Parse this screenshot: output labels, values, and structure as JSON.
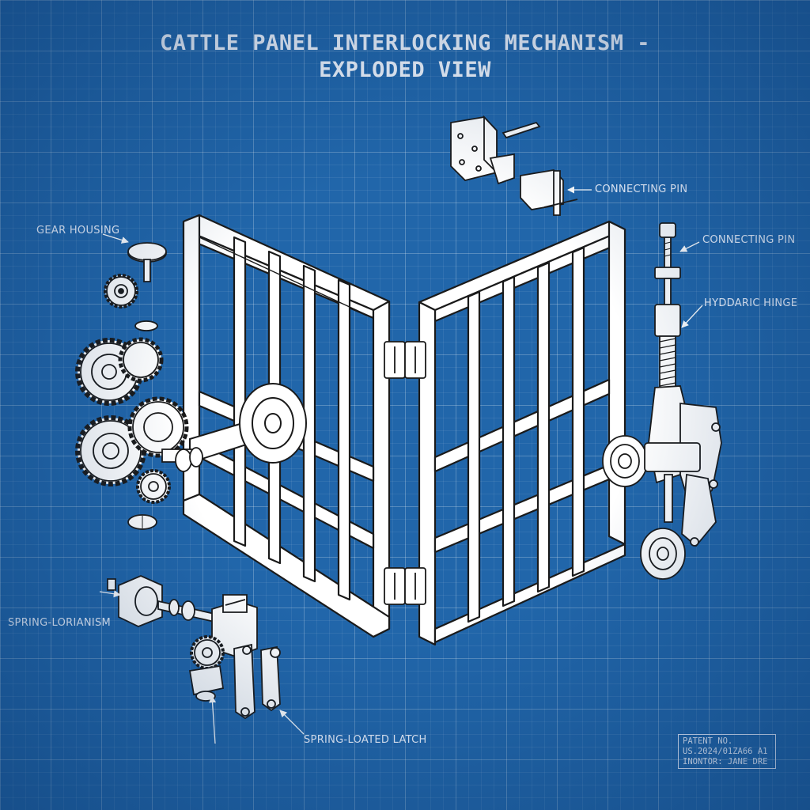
{
  "diagram": {
    "title_line1": "CATTLE PANEL INTERLOCKING MECHANISM -",
    "title_line2": "EXPLODED VIEW",
    "callouts": {
      "gear_housing": "GEAR HOUSING",
      "connecting_pin_top": "CONNECTING PIN",
      "connecting_pin_right": "CONNECTING PIN",
      "hydraulic_hinge": "HYDDARIC HINGE",
      "spring_mechanism": "SPRING-LORIANISM",
      "spring_latch": "SPRING-LOATED LATCH"
    },
    "patent": {
      "line1": "PATENT NO.",
      "line2": "US.2024/01ZA66 A1",
      "line3": "INONTOR: JANE DRE"
    },
    "colors": {
      "background": "#2166aa",
      "line": "#ffffff",
      "part_fill": "#f2f6fb"
    }
  }
}
